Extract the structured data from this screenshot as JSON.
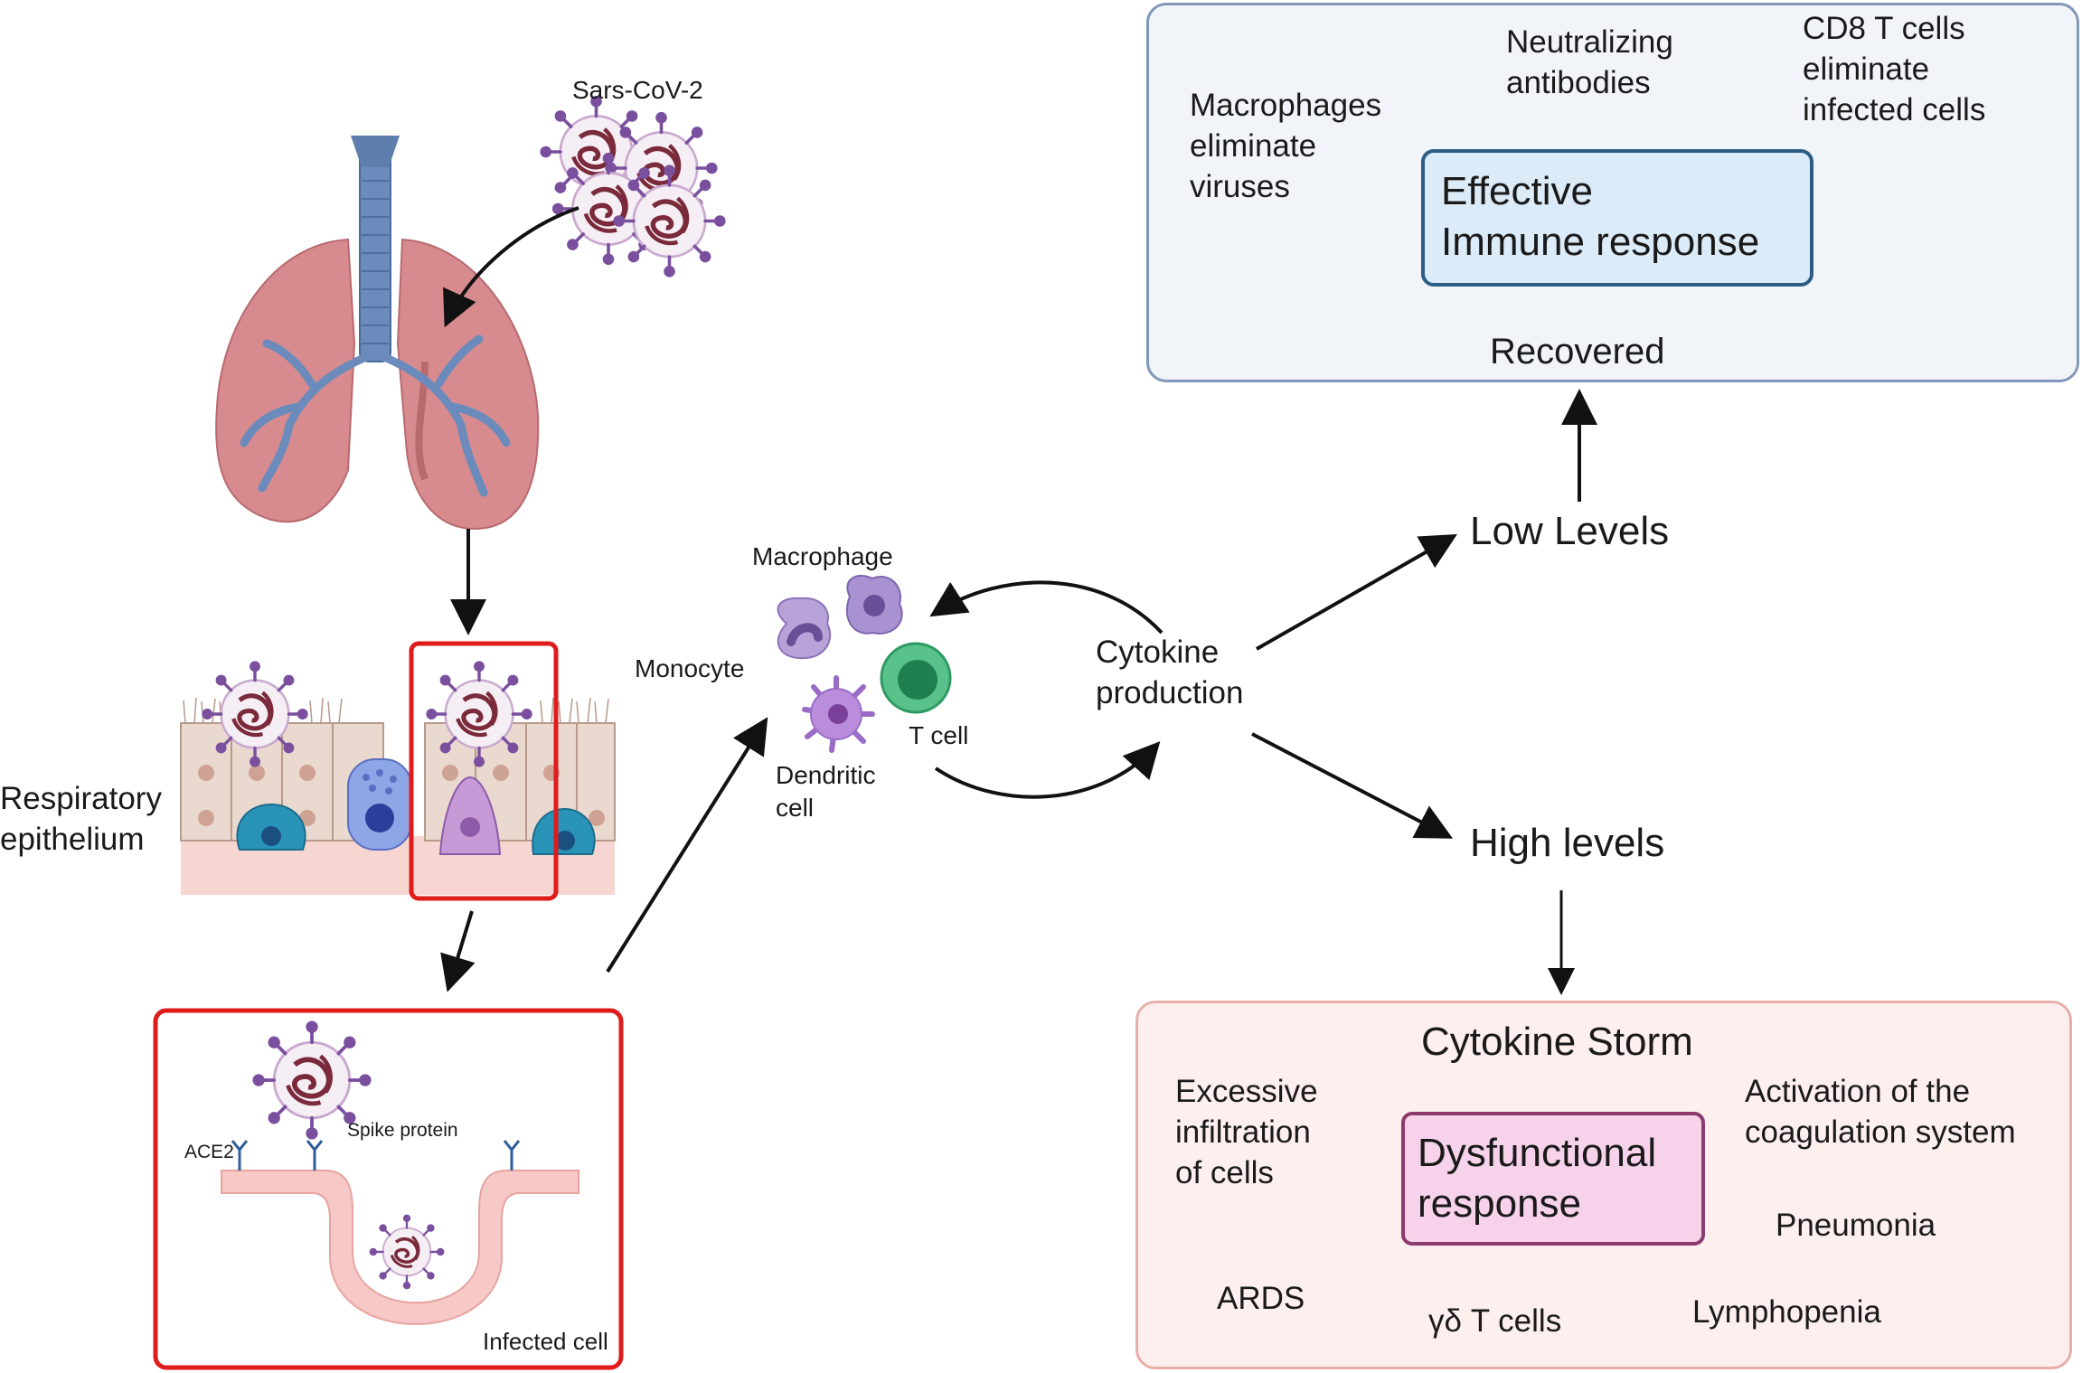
{
  "virus_label": "Sars-CoV-2",
  "epithelium_label": "Respiratory\nepithelium",
  "infected_cell": {
    "ace2": "ACE2",
    "spike": "Spike protein",
    "title": "Infected cell"
  },
  "immune_cells": {
    "macrophage": "Macrophage",
    "monocyte": "Monocyte",
    "tcell": "T cell",
    "dendritic": "Dendritic\ncell"
  },
  "cytokine_production": "Cytokine\nproduction",
  "low_levels": "Low Levels",
  "high_levels": "High levels",
  "recovered_panel": {
    "macrophages": "Macrophages\neliminate\n viruses",
    "antibodies": "Neutralizing\nantibodies",
    "cd8": "CD8 T cells\neliminate\ninfected cells",
    "effective": "Effective\nImmune  response",
    "recovered": "Recovered"
  },
  "storm_panel": {
    "title": "Cytokine Storm",
    "infiltration": "Excessive\ninfiltration\nof cells",
    "coagulation": "Activation of the\ncoagulation system",
    "dysfunctional": "Dysfunctional\nresponse",
    "pneumonia": "Pneumonia",
    "ards": "ARDS",
    "gd_tcells": "γδ T cells",
    "lymphopenia": "Lymphopenia"
  },
  "colors": {
    "recovered_fill": "#f1f5fa",
    "recovered_border": "#8298b8",
    "effective_fill": "#dcebf8",
    "effective_border": "#2b5d85",
    "storm_fill": "#fcefee",
    "storm_border": "#e8aeaa",
    "dysfunctional_fill": "#f6d3ea",
    "dysfunctional_border": "#8d3a6f",
    "red_frame": "#e01b1b",
    "lung": "#d78b8f",
    "airway": "#5e7fae",
    "virus": "#7a4f9e"
  }
}
